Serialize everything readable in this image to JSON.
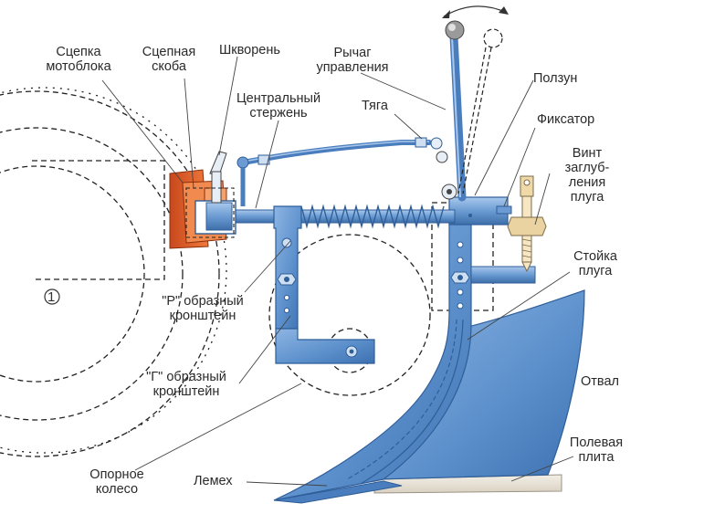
{
  "labels": {
    "stsepka_motobloka": [
      "Сцепка",
      "мотоблока"
    ],
    "stsepnaya_skoba": [
      "Сцепная",
      "скоба"
    ],
    "shkvoren": "Шкворень",
    "rychag": [
      "Рычаг",
      "управления"
    ],
    "tsentralny_sterzhen": [
      "Центральный",
      "стержень"
    ],
    "tyaga": "Тяга",
    "polzun": "Ползун",
    "fiksator": "Фиксатор",
    "vint": [
      "Винт",
      "заглуб-",
      "ления",
      "плуга"
    ],
    "stoyka": [
      "Стойка",
      "плуга"
    ],
    "p_kronshtein": [
      "\"Р\" образный",
      "кронштейн"
    ],
    "g_kronshtein": [
      "\"Г\" образный",
      "кронштейн"
    ],
    "otval": "Отвал",
    "polevaya_plita": [
      "Полевая",
      "плита"
    ],
    "opornoe_koleso": [
      "Опорное",
      "колесо"
    ],
    "lemekh": "Лемех",
    "marker": "1"
  },
  "colors": {
    "steel": "#5b8fcb",
    "steel_dark": "#2f5e99",
    "hitch": "#e0602a",
    "line": "#333333",
    "dash": "#222222",
    "plate": "#e8e2d6"
  }
}
